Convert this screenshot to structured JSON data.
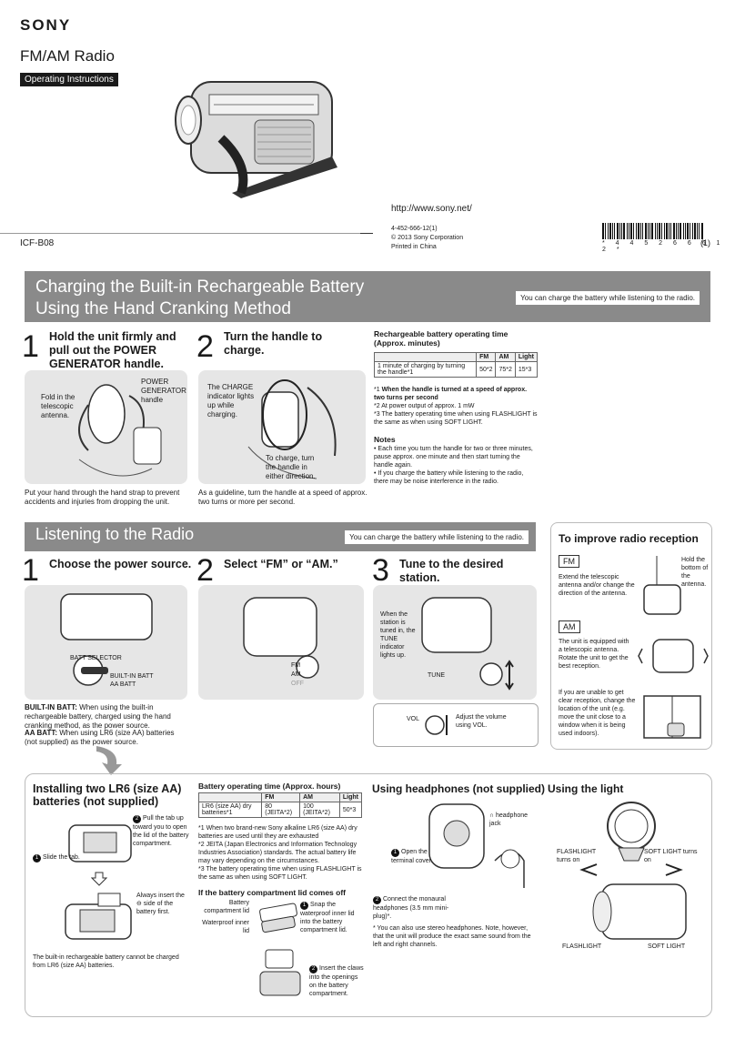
{
  "header": {
    "brand": "SONY",
    "product": "FM/AM Radio",
    "doc_type": "Operating Instructions",
    "model": "ICF-B08",
    "url": "http://www.sony.net/",
    "part_number": "4-452-666-12(1)",
    "copyright": "© 2013 Sony Corporation",
    "origin": "Printed in China",
    "barcode_digits": "* 4 4 5 2 6 6 6 1 2 *",
    "page_marker": "(1)"
  },
  "charging": {
    "title_line1": "Charging the Built-in Rechargeable Battery",
    "title_line2": "Using the Hand Cranking Method",
    "note": "You can charge the battery while listening to the radio.",
    "step1": {
      "num": "1",
      "text": "Hold the unit firmly and pull out the POWER GENERATOR handle.",
      "label_fold": "Fold in the telescopic antenna.",
      "label_handle": "POWER GENERATOR handle",
      "caption": "Put your hand through the hand strap to prevent accidents and injuries from dropping the unit."
    },
    "step2": {
      "num": "2",
      "text": "Turn the handle to charge.",
      "label_indicator": "The CHARGE indicator lights up while charging.",
      "label_turn": "To charge, turn the handle in either direction.",
      "caption": "As a guideline, turn the handle at a speed of approx. two turns or more per second."
    },
    "table": {
      "title": "Rechargeable battery operating time (Approx. minutes)",
      "headers": [
        "",
        "FM",
        "AM",
        "Light"
      ],
      "row_label": "1 minute of charging by turning the handle*1",
      "values": [
        "50*2",
        "75*2",
        "15*3"
      ]
    },
    "footnotes": [
      {
        "mark": "*1",
        "text": "When the handle is turned at a speed of approx. two turns per second"
      },
      {
        "mark": "*2",
        "text": "At power output of approx. 1 mW"
      },
      {
        "mark": "*3",
        "text": "The battery operating time when using FLASHLIGHT is the same as when using SOFT LIGHT."
      }
    ],
    "notes_title": "Notes",
    "notes": [
      "Each time you turn the handle for two or three minutes, pause approx. one minute and then start turning the handle again.",
      "If you charge the battery while listening to the radio, there may be noise interference in the radio."
    ]
  },
  "listening": {
    "title": "Listening to the Radio",
    "note": "You can charge the battery while listening to the radio.",
    "step1": {
      "num": "1",
      "text": "Choose the power source.",
      "batt_selector": "BATT SELECTOR",
      "builtin": "BUILT-IN BATT",
      "aa": "AA BATT"
    },
    "step2": {
      "num": "2",
      "text": "Select “FM” or “AM.”",
      "fm": "FM",
      "am": "AM",
      "off": "OFF"
    },
    "step3": {
      "num": "3",
      "text": "Tune to the desired station.",
      "tuned": "When the station is tuned in, the TUNE indicator lights up.",
      "tune": "TUNE",
      "vol": "VOL",
      "vol_text": "Adjust the volume using VOL."
    },
    "builtin_desc_label": "BUILT-IN BATT:",
    "builtin_desc": "When using the built-in rechargeable battery, charged using the hand cranking method, as the power source.",
    "aa_desc_label": "AA BATT:",
    "aa_desc": "When using LR6 (size AA) batteries (not supplied) as the power source."
  },
  "reception": {
    "title": "To improve radio reception",
    "fm_label": "FM",
    "fm_text": "Extend the telescopic antenna and/or change the direction of the antenna.",
    "fm_side": "Hold the bottom of the antenna.",
    "am_label": "AM",
    "am_text": "The unit is equipped with a telescopic antenna. Rotate the unit to get the best reception.",
    "unable_text": "If you are unable to get clear reception, change the location of the unit (e.g. move the unit close to a window when it is being used indoors)."
  },
  "batteries": {
    "title_line1": "Installing two LR6 (size AA)",
    "title_line2": "batteries (not supplied)",
    "step1": "Slide the tab.",
    "step2": "Pull the tab up toward you to open the lid of the battery compartment.",
    "always": "Always insert the ⊖ side of the battery first.",
    "bottom_note": "The built-in rechargeable battery cannot be charged from LR6 (size AA) batteries.",
    "table_title": "Battery operating time (Approx. hours)",
    "table_headers": [
      "",
      "FM",
      "AM",
      "Light"
    ],
    "table_row_label": "LR6 (size AA) dry batteries*1",
    "table_values": [
      "80 (JEITA*2)",
      "100 (JEITA*2)",
      "50*3"
    ],
    "footnotes": [
      {
        "mark": "*1",
        "text": "When two brand-new Sony alkaline LR6 (size AA) dry batteries are used until they are exhausted"
      },
      {
        "mark": "*2",
        "text": "JEITA (Japan Electronics and Information Technology Industries Association) standards. The actual battery life may vary depending on the circumstances."
      },
      {
        "mark": "*3",
        "text": "The battery operating time when using FLASHLIGHT is the same as when using SOFT LIGHT."
      }
    ],
    "lid_title": "If the battery compartment lid comes off",
    "battery_lid": "Battery compartment lid",
    "waterproof_lid": "Waterproof inner lid",
    "lid_step1": "Snap the waterproof inner lid into the battery compartment lid.",
    "lid_step2": "Insert the claws into the openings on the battery compartment."
  },
  "headphones": {
    "title": "Using headphones (not supplied)",
    "jack": "∩ headphone jack",
    "step1": "Open the terminal cover.",
    "step2": "Connect the monaural headphones (3.5 mm mini-plug)*.",
    "note": "You can also use stereo headphones. Note, however, that the unit will produce the exact same sound from the left and right channels."
  },
  "light": {
    "title": "Using the light",
    "flash_on": "FLASHLIGHT turns on",
    "soft_on": "SOFT LIGHT turns on",
    "flash": "FLASHLIGHT",
    "soft": "SOFT LIGHT"
  },
  "colors": {
    "banner": "#8a8a8a",
    "panel": "#e6e6e6"
  }
}
